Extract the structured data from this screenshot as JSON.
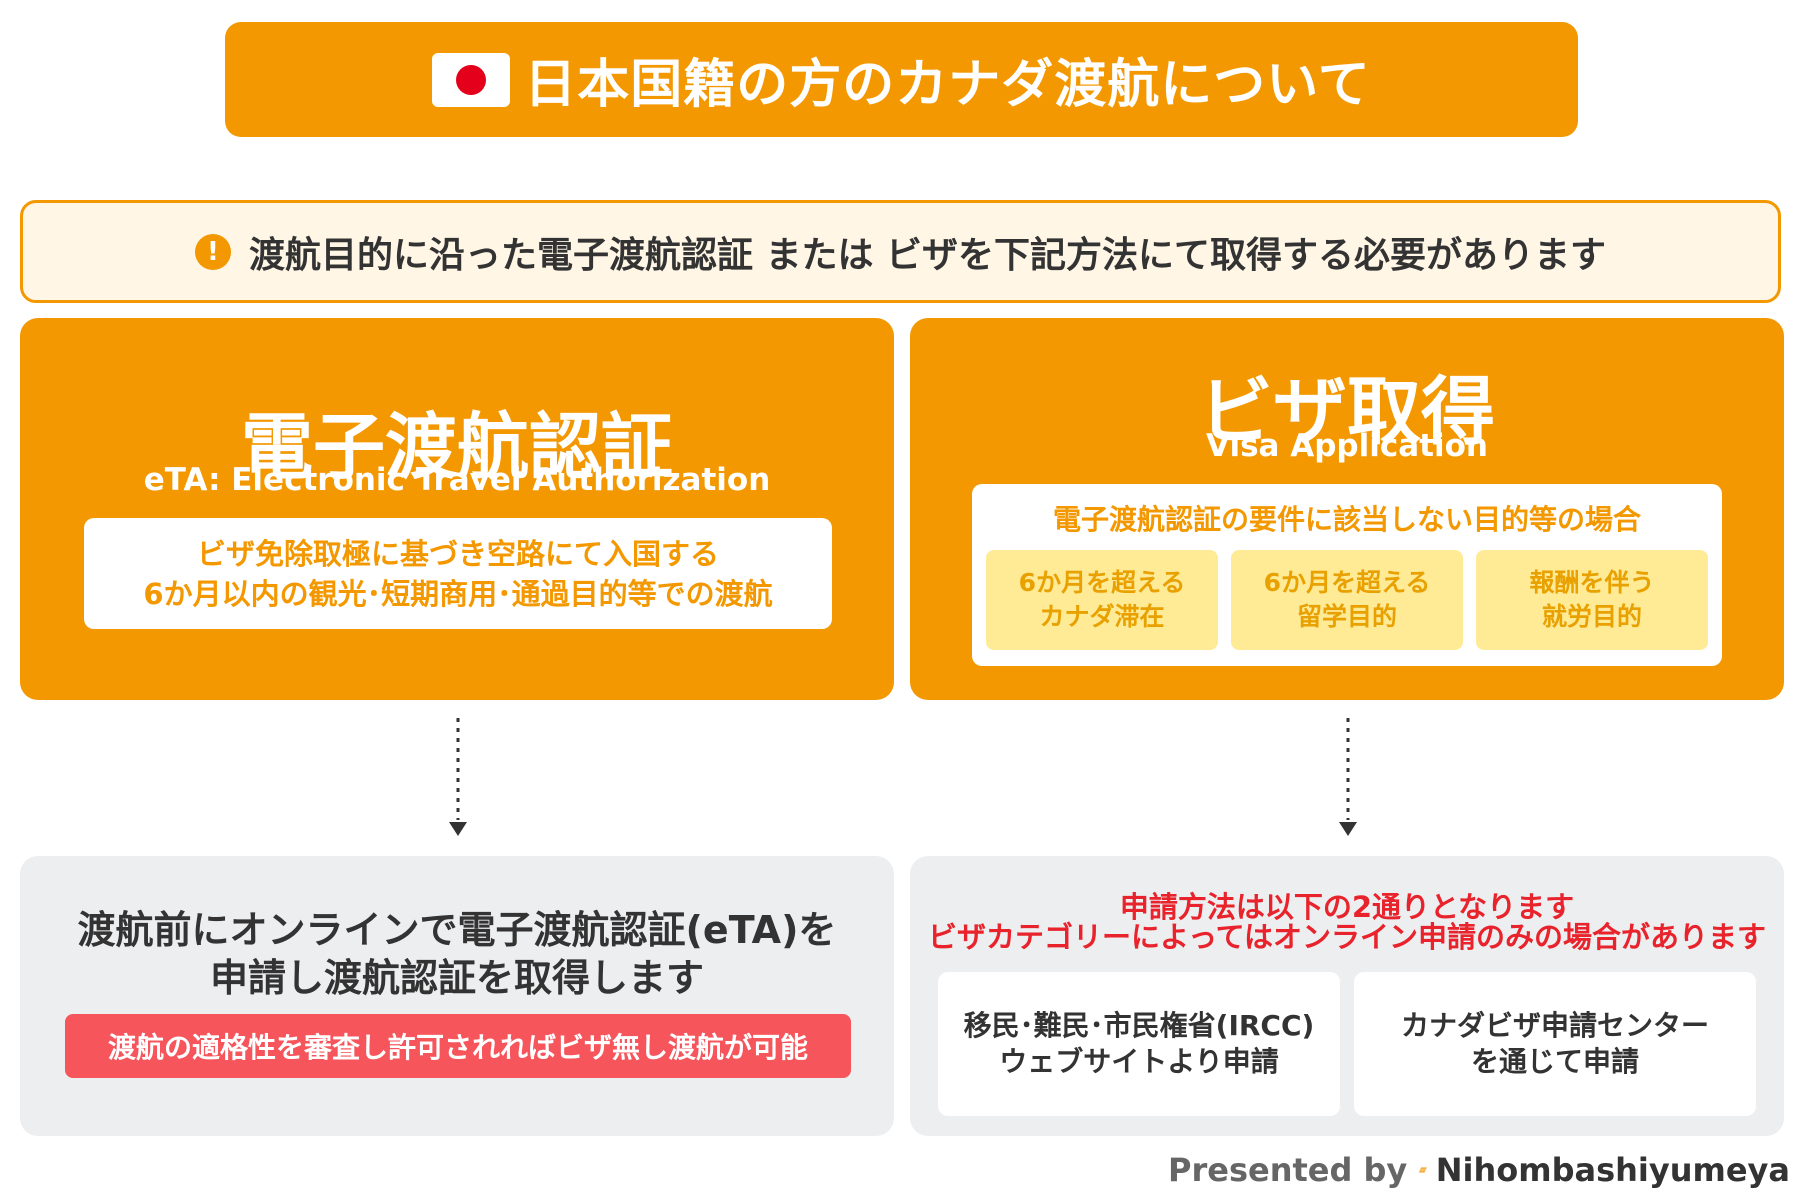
{
  "title": {
    "text": "日本国籍の方のカナダ渡航について",
    "flag_icon": "japan-flag-icon"
  },
  "notice": {
    "icon": "exclamation-circle-icon",
    "text": "渡航目的に沿った電子渡航認証 または ビザを下記方法にて取得する必要があります"
  },
  "eta": {
    "title": "電子渡航認証",
    "subtitle": "eTA: Electronic Travel Authorization",
    "description_lines": [
      "ビザ免除取極に基づき空路にて入国する",
      "6か月以内の観光･短期商用･通過目的等での渡航"
    ],
    "result_lines": [
      "渡航前にオンラインで電子渡航認証(eTA)を",
      "申請し渡航認証を取得します"
    ],
    "note": "渡航の適格性を審査し許可されればビザ無し渡航が可能"
  },
  "visa": {
    "title": "ビザ取得",
    "subtitle": "Visa Application",
    "condition": "電子渡航認証の要件に該当しない目的等の場合",
    "purposes": [
      {
        "lines": [
          "6か月を超える",
          "カナダ滞在"
        ]
      },
      {
        "lines": [
          "6か月を超える",
          "留学目的"
        ]
      },
      {
        "lines": [
          "報酬を伴う",
          "就労目的"
        ]
      }
    ],
    "warning_lines": [
      "申請方法は以下の2通りとなります",
      "ビザカテゴリーによってはオンライン申請のみの場合があります"
    ],
    "methods": [
      {
        "lines": [
          "移民･難民･市民権省(IRCC)",
          "ウェブサイトより申請"
        ]
      },
      {
        "lines": [
          "カナダビザ申請センター",
          "を通じて申請"
        ]
      }
    ]
  },
  "footer": {
    "presented_by": "Presented by",
    "logo_icon": "nihombashiyumeya-logo-icon",
    "brand": "Nihombashiyumeya"
  },
  "colors": {
    "orange": "#F39800",
    "notice_bg": "#FFF6E6",
    "purpose_bg": "#FFEA96",
    "purpose_text": "#E8A100",
    "grey_panel": "#EDEEF0",
    "red_note": "#F5555B",
    "red_text": "#E8232B"
  }
}
